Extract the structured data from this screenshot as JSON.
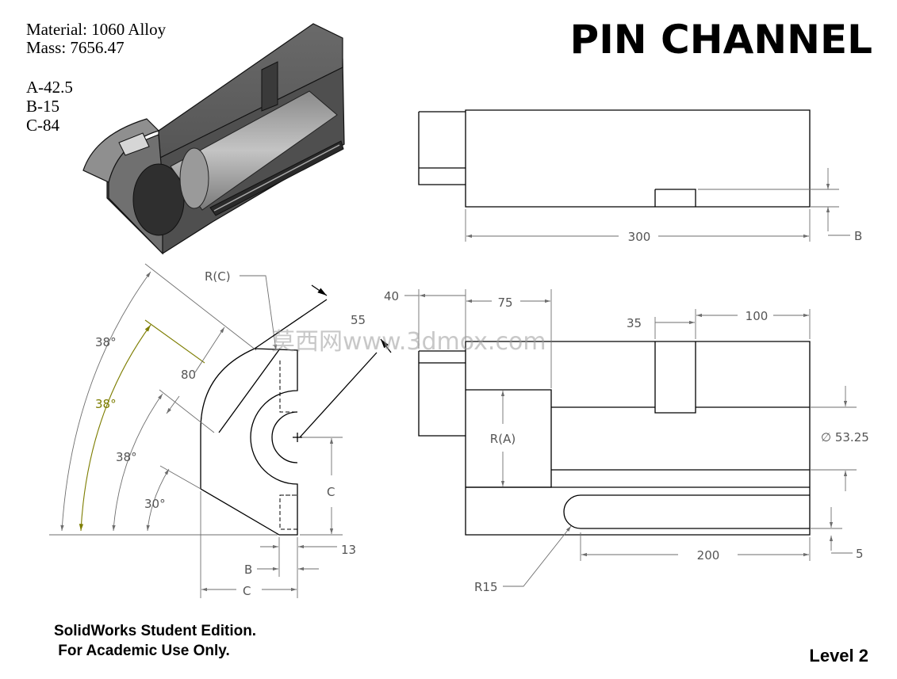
{
  "title": "PIN CHANNEL",
  "material": "Material: 1060 Alloy",
  "mass": "Mass: 7656.47",
  "params": [
    "A-42.5",
    "B-15",
    "C-84"
  ],
  "footer": [
    "SolidWorks Student Edition.",
    " For Academic Use Only."
  ],
  "level": "Level 2",
  "watermark": "莫西网www.3dmox.com",
  "dims": {
    "side_length": "300",
    "side_b": "B",
    "top_40": "40",
    "top_75": "75",
    "top_35": "35",
    "top_100": "100",
    "top_ra": "R(A)",
    "top_dia": "∅ 53.25",
    "top_200": "200",
    "top_5": "5",
    "top_r15": "R15",
    "front_rc": "R(C)",
    "front_55": "55",
    "front_80": "80",
    "front_c_vertical": "C",
    "front_13": "13",
    "front_b": "B",
    "front_c_horizontal": "C",
    "angle_outer": "38°",
    "angle_highlight": "38°",
    "angle_inner": "38°",
    "angle_bottom": "30°"
  }
}
